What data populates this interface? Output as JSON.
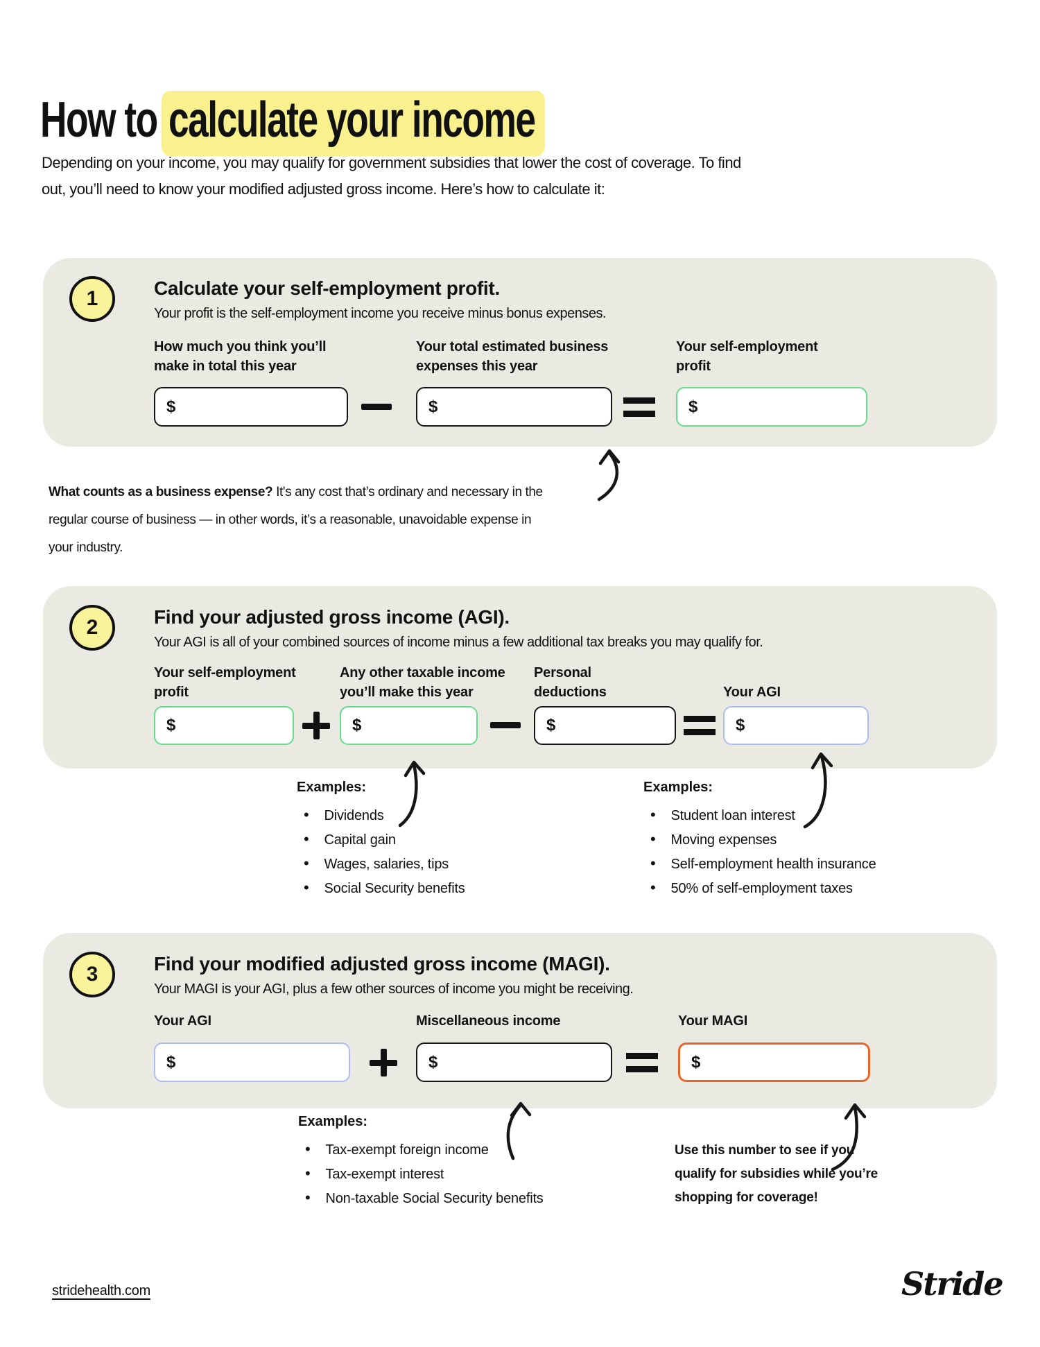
{
  "title": {
    "plain": "How to",
    "highlight": "calculate your income"
  },
  "intro": "Depending on your income, you may qualify for government subsidies that lower the cost of coverage. To find\nout, you’ll need to know your modified adjusted gross income. Here’s how to calculate it:",
  "currency_symbol": "$",
  "steps": [
    {
      "number": "1",
      "title": "Calculate your self-employment profit.",
      "subtitle": "Your profit is the self-employment income you receive minus bonus expenses.",
      "fields": [
        {
          "label": "How much you think you’ll\nmake in total this year"
        },
        {
          "label": "Your total estimated business\nexpenses this year"
        },
        {
          "label": "Your self-employment\nprofit"
        }
      ],
      "operators": [
        "−",
        "="
      ]
    },
    {
      "number": "2",
      "title": "Find your adjusted gross income (AGI).",
      "subtitle": "Your AGI is all of your combined sources of income minus a few additional tax breaks you may qualify for.",
      "fields": [
        {
          "label": "Your self-employment\nprofit"
        },
        {
          "label": "Any other taxable income\nyou’ll make this year"
        },
        {
          "label": "Personal\ndeductions"
        },
        {
          "label": "Your AGI"
        }
      ],
      "operators": [
        "+",
        "−",
        "="
      ]
    },
    {
      "number": "3",
      "title": "Find your modified adjusted gross income (MAGI).",
      "subtitle": "Your MAGI is your AGI, plus a few other sources of income you might be receiving.",
      "fields": [
        {
          "label": "Your AGI"
        },
        {
          "label": "Miscellaneous income"
        },
        {
          "label": "Your MAGI"
        }
      ],
      "operators": [
        "+",
        "="
      ]
    }
  ],
  "note": {
    "lead": "What counts as a business expense?",
    "body": " It's any cost that’s ordinary and necessary in the\nregular course of business — in other words, it’s a reasonable, unavoidable expense in\nyour industry."
  },
  "examples": {
    "step2_left": {
      "heading": "Examples:",
      "items": [
        "Dividends",
        "Capital gain",
        "Wages, salaries, tips",
        "Social Security benefits"
      ]
    },
    "step2_right": {
      "heading": "Examples:",
      "items": [
        "Student loan interest",
        "Moving expenses",
        "Self-employment health insurance",
        "50% of self-employment taxes"
      ]
    },
    "step3": {
      "heading": "Examples:",
      "items": [
        "Tax-exempt foreign income",
        "Tax-exempt interest",
        "Non-taxable Social Security benefits"
      ]
    }
  },
  "cta": "Use this number to see if you\nqualify for subsidies while you’re\nshopping for coverage!",
  "footer": {
    "link": "stridehealth.com",
    "logo": "Stride"
  },
  "colors": {
    "panel": "#EBEAE2",
    "highlight": "#F9F18D",
    "badge_yellow": "#F9F39C",
    "green_border": "#66DC8C",
    "blue_border": "#AFBDF4",
    "orange_border": "#E8662A",
    "ink": "#111111"
  }
}
